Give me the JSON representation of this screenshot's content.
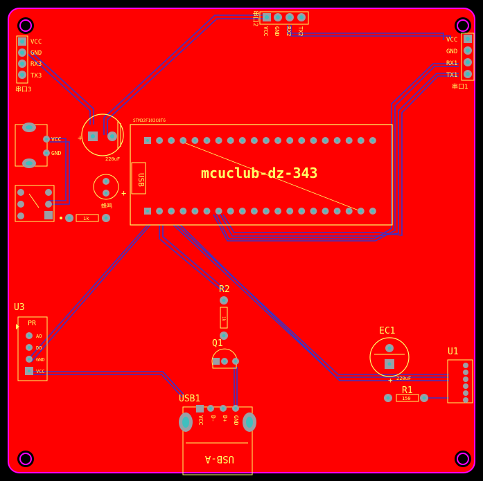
{
  "board": {
    "project_title": "mcuclub-dz-343",
    "colors": {
      "background": "#000000",
      "copper": "#ff0000",
      "outline": "#ff00ff",
      "silkscreen": "#ffff66",
      "trace": "#3333cc",
      "pad": "#9aa0a6",
      "pad_hole": "#3fbfbf"
    }
  },
  "labels": {
    "vcc": "VCC",
    "gnd": "GND",
    "rx3": "RX3",
    "tx3": "TX3",
    "rx2": "RX2",
    "tx2": "TX2",
    "rx1": "RX1",
    "tx1": "TX1",
    "port2": "串口2",
    "port3": "串口3",
    "port1": "串口1",
    "cap_value": "220uF",
    "usb_box": "USB",
    "buzzer_label": "蜂鸣",
    "plus": "+",
    "res_1k": "1k",
    "r2": "R2",
    "r2_value": "1k",
    "q1": "Q1",
    "u3": "U3",
    "pr": "PR",
    "ao": "AO",
    "do": "DO",
    "usb1": "USB1",
    "usb_a": "USB-A",
    "dminus": "D-",
    "dplus": "D+",
    "ec1": "EC1",
    "r1": "R1",
    "r1_value": "150",
    "u1": "U1",
    "mcu_header": "STM32F103C8T6"
  }
}
